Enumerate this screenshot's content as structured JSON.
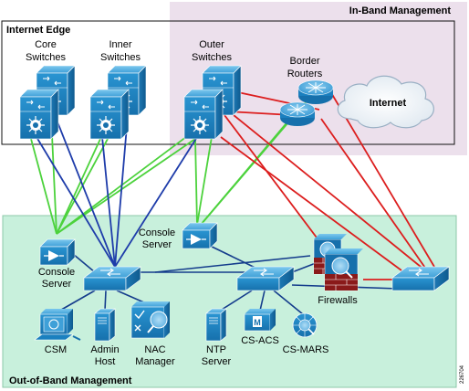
{
  "zones": {
    "inband_title": "In-Band Management",
    "internet_edge_title": "Internet Edge",
    "oob_title": "Out-of-Band Management"
  },
  "labels": {
    "core_switches": [
      "Core",
      "Switches"
    ],
    "inner_switches": [
      "Inner",
      "Switches"
    ],
    "outer_switches": [
      "Outer",
      "Switches"
    ],
    "border_routers": [
      "Border",
      "Routers"
    ],
    "internet": "Internet",
    "console_server_top": [
      "Console",
      "Server"
    ],
    "console_server_left": [
      "Console",
      "Server"
    ],
    "firewalls": "Firewalls",
    "csm": "CSM",
    "admin_host": [
      "Admin",
      "Host"
    ],
    "nac_manager": [
      "NAC",
      "Manager"
    ],
    "ntp_server": [
      "NTP",
      "Server"
    ],
    "cs_acs": "CS-ACS",
    "cs_mars": "CS-MARS"
  },
  "figure_id": "226704",
  "colors": {
    "inband_fill": "#ece0ec",
    "oob_fill": "#c8f0dc",
    "device_blue": "#1b84c4",
    "link_green": "#4cd23c",
    "link_blue": "#1e3caa",
    "link_red": "#dc1e1e",
    "link_navy": "#143c8c"
  }
}
